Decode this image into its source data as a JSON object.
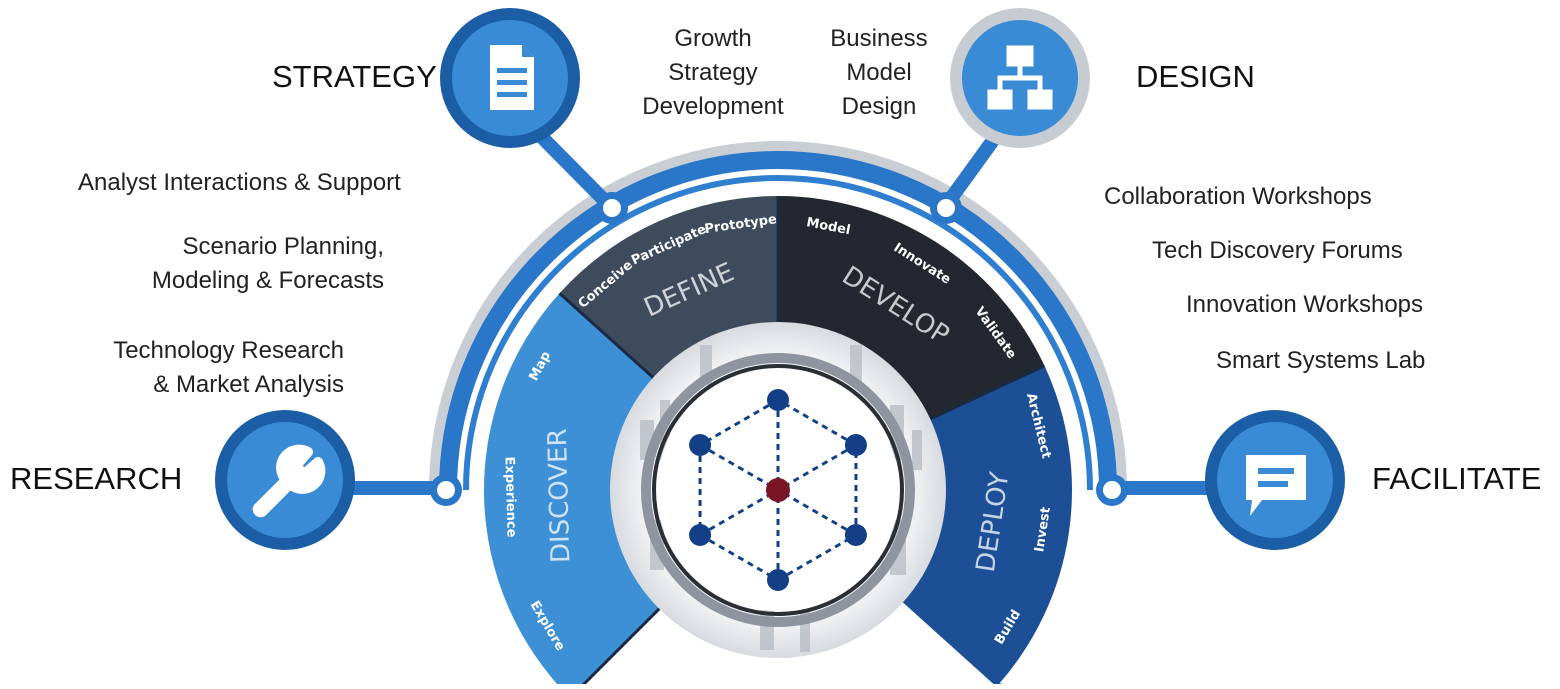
{
  "stages": [
    {
      "key": "research",
      "label": "RESEARCH",
      "icon": "wrench-icon"
    },
    {
      "key": "strategy",
      "label": "STRATEGY",
      "icon": "document-icon"
    },
    {
      "key": "design",
      "label": "DESIGN",
      "icon": "org-chart-icon"
    },
    {
      "key": "facilitate",
      "label": "FACILITATE",
      "icon": "chat-bubble-icon"
    }
  ],
  "services": {
    "growth": [
      "Growth",
      "Strategy",
      "Development"
    ],
    "business": [
      "Business",
      "Model",
      "Design"
    ],
    "analyst": "Analyst Interactions & Support",
    "scenario": [
      "Scenario Planning,",
      "Modeling & Forecasts"
    ],
    "techresearch": [
      "Technology Research",
      "& Market Analysis"
    ],
    "collab": "Collaboration Workshops",
    "techdiscovery": "Tech Discovery Forums",
    "innovation": "Innovation Workshops",
    "smart": "Smart Systems Lab"
  },
  "phases": [
    {
      "name": "DISCOVER",
      "steps": [
        "Explore",
        "Experience",
        "Map"
      ],
      "color": "#3d8fd6"
    },
    {
      "name": "DEFINE",
      "steps": [
        "Conceive",
        "Participate",
        "Prototype"
      ],
      "color": "#3e4b5c"
    },
    {
      "name": "DEVELOP",
      "steps": [
        "Model",
        "Innovate",
        "Validate"
      ],
      "color": "#23272f"
    },
    {
      "name": "DEPLOY",
      "steps": [
        "Architect",
        "Invest",
        "Build"
      ],
      "color": "#1d4f97"
    }
  ],
  "colors": {
    "arc": "#2a76c8",
    "arc_dark": "#1b5ea6",
    "icon_fill": "#3a8bd6",
    "hub": "#7a1525",
    "node": "#123f85"
  }
}
